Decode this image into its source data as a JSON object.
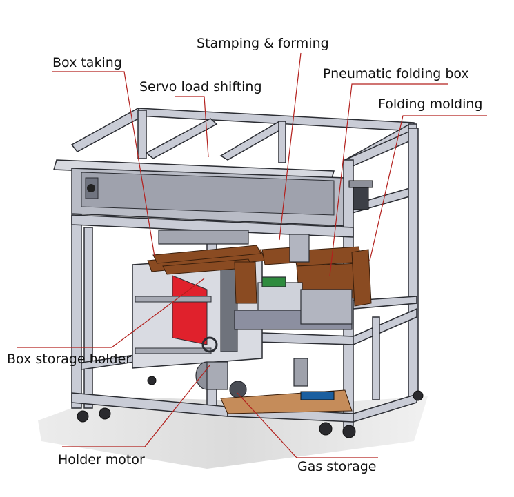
{
  "labels": {
    "box_taking": "Box taking",
    "stamping_forming": "Stamping & forming",
    "servo_load_shifting": "Servo load shifting",
    "pneumatic_folding_box": "Pneumatic folding box",
    "folding_molding": "Folding molding",
    "box_storage_holder": "Box storage holder",
    "holder_motor": "Holder motor",
    "gas_storage": "Gas storage"
  },
  "colors": {
    "leader_line": "#b3201d",
    "frame": "#c9ccd6",
    "frame_edge": "#2b2d33",
    "wood": "#8a4b22",
    "red_panel": "#e0212c",
    "floor_shadow": "#c8c8c8"
  }
}
